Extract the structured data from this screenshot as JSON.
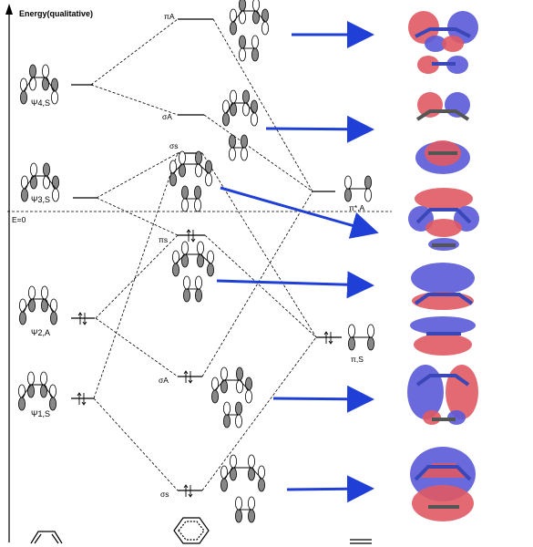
{
  "axis": {
    "title": "Energy(qualitative)",
    "zero_label": "E=0"
  },
  "butadiene_orbitals": [
    {
      "label": "Ψ4,S",
      "occupied": false
    },
    {
      "label": "Ψ3,S",
      "occupied": false
    },
    {
      "label": "Ψ2,A",
      "occupied": true
    },
    {
      "label": "Ψ1,S",
      "occupied": true
    }
  ],
  "product_orbitals": [
    {
      "label": "πA",
      "occupied": false
    },
    {
      "label": "σA",
      "occupied": false
    },
    {
      "label": "σs",
      "occupied": false
    },
    {
      "label": "πs",
      "occupied": true
    },
    {
      "label": "σA",
      "occupied": true
    },
    {
      "label": "σs",
      "occupied": true
    }
  ],
  "ethylene_orbitals": [
    {
      "label": "π*,A",
      "occupied": false
    },
    {
      "label": "π,S",
      "occupied": true
    }
  ],
  "colors": {
    "arrow": "#1f3fd6",
    "lobe_positive": "#e05a63",
    "lobe_negative": "#5a5ad8",
    "bond": "#3a47b8",
    "line": "#000000"
  }
}
